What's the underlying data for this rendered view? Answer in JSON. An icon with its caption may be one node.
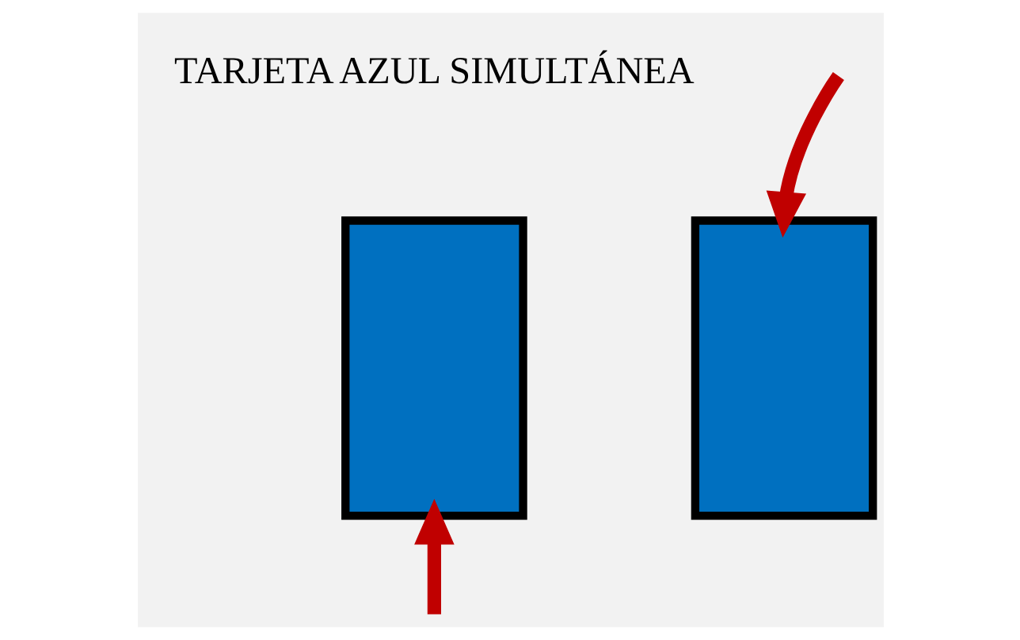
{
  "diagram": {
    "nodes": [
      {
        "text": [],
        "shape": "box"
      },
      {
        "text": [],
        "shape": "box"
      }
    ],
    "edges": [
      {
        "from": null,
        "to": 0,
        "arrow": "to"
      },
      {
        "from": null,
        "to": 1,
        "arrow": "to"
      }
    ],
    "labels": [
      "TARJETA AZUL SIMULTÁNEA"
    ]
  }
}
